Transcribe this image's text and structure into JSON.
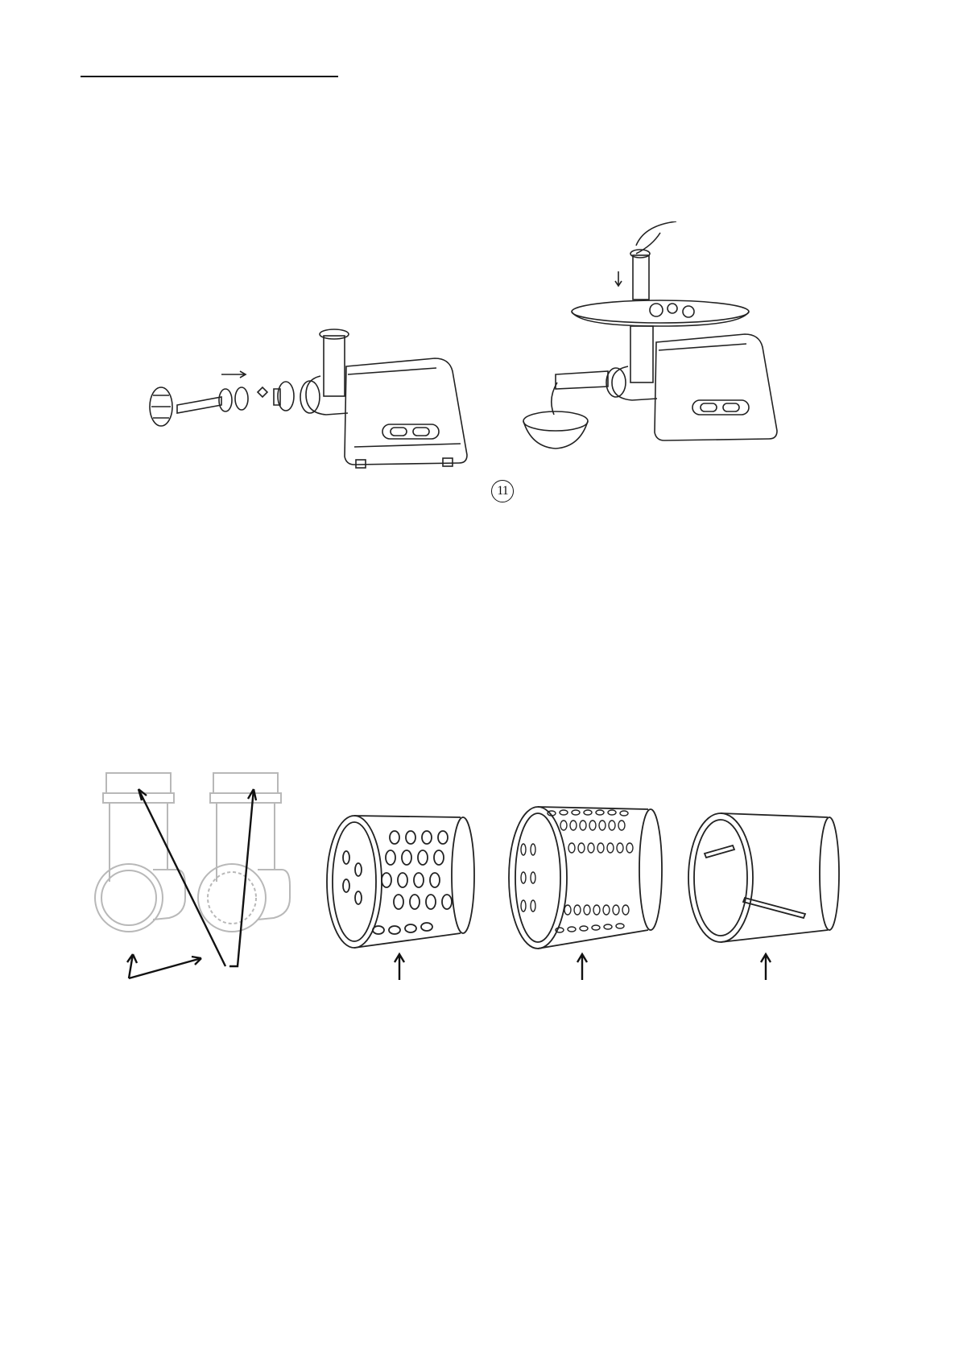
{
  "step_marker": {
    "label": "11"
  },
  "colors": {
    "line": "#222222",
    "light_line": "#b8b8b8",
    "paper": "#ffffff"
  },
  "figures": [
    {
      "id": "grinder-assembly",
      "icon": "meat-grinder-exploded"
    },
    {
      "id": "grinder-in-use",
      "icon": "meat-grinder-operating"
    },
    {
      "id": "slicer-housings",
      "icon": "slicer-housing"
    },
    {
      "id": "coarse-grater-drum",
      "icon": "grater-drum-coarse"
    },
    {
      "id": "fine-grater-drum",
      "icon": "grater-drum-fine"
    },
    {
      "id": "slicing-drum",
      "icon": "slicing-drum"
    }
  ]
}
